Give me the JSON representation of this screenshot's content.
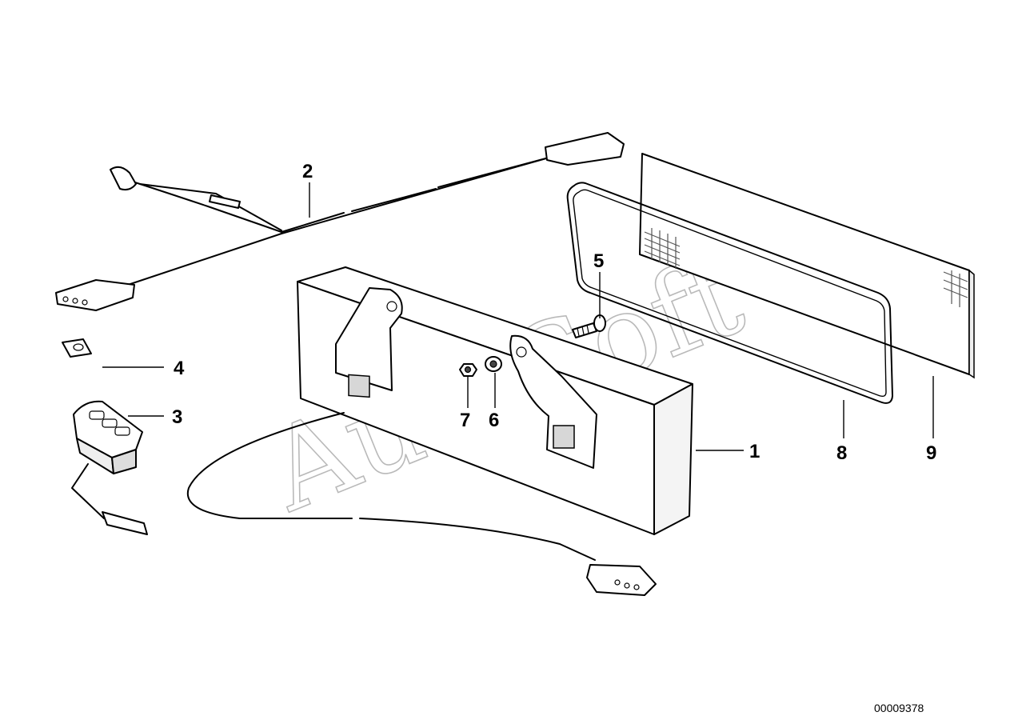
{
  "callouts": {
    "c1": "1",
    "c2": "2",
    "c3": "3",
    "c4": "4",
    "c5": "5",
    "c6": "6",
    "c7": "7",
    "c8": "8",
    "c9": "9"
  },
  "watermark": "AutoSoft",
  "document_id": "00009378"
}
